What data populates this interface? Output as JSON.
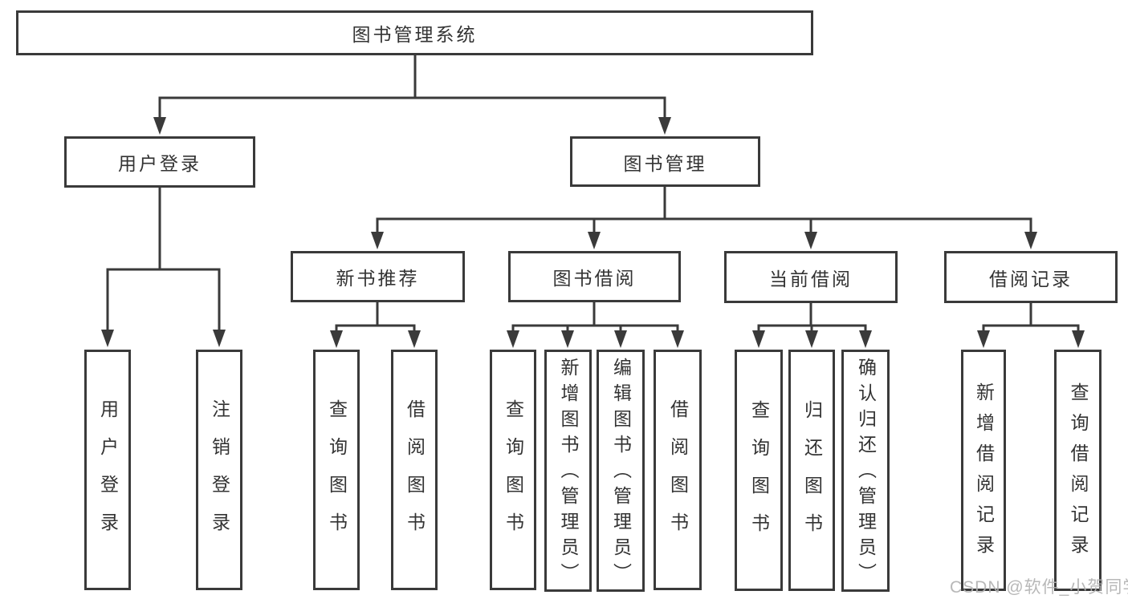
{
  "diagram": {
    "title": "图书管理系统",
    "colors": {
      "line": "#3a3a3a",
      "text": "#333333",
      "background": "#ffffff",
      "watermark": "#b2b2b2"
    },
    "root": {
      "label": "图书管理系统"
    },
    "level2": [
      {
        "label": "用户登录"
      },
      {
        "label": "图书管理"
      }
    ],
    "level3": [
      {
        "label": "新书推荐"
      },
      {
        "label": "图书借阅"
      },
      {
        "label": "当前借阅"
      },
      {
        "label": "借阅记录"
      }
    ],
    "leaves": {
      "user_login": [
        {
          "label": "用户登录"
        },
        {
          "label": "注销登录"
        }
      ],
      "new_book": [
        {
          "label": "查询图书"
        },
        {
          "label": "借阅图书"
        }
      ],
      "book_borrow": [
        {
          "label": "查询图书"
        },
        {
          "label": "新增图书（管理员）"
        },
        {
          "label": "编辑图书（管理员）"
        },
        {
          "label": "借阅图书"
        }
      ],
      "current_borrow": [
        {
          "label": "查询图书"
        },
        {
          "label": "归还图书"
        },
        {
          "label": "确认归还（管理员）"
        }
      ],
      "borrow_records": [
        {
          "label": "新增借阅记录"
        },
        {
          "label": "查询借阅记录"
        }
      ]
    },
    "watermark": "CSDN @软件_小贺同学"
  }
}
